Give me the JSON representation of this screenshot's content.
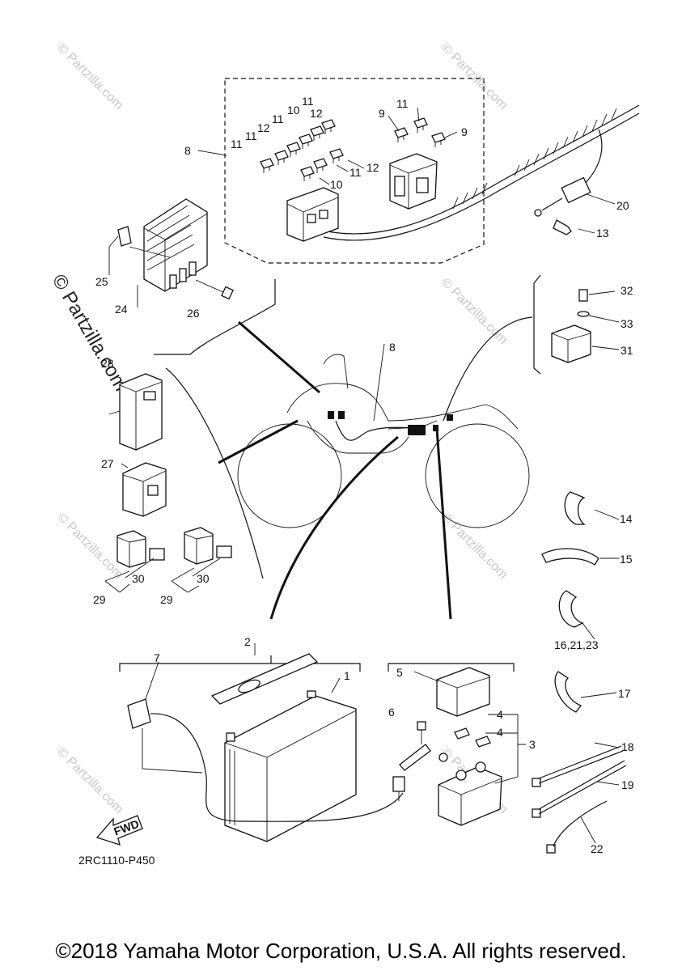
{
  "diagram": {
    "callouts": {
      "c1": "1",
      "c2": "2",
      "c3": "3",
      "c4a": "4",
      "c4b": "4",
      "c5": "5",
      "c6": "6",
      "c7": "7",
      "c8a": "8",
      "c8b": "8",
      "c9a": "9",
      "c9b": "9",
      "c10a": "10",
      "c10b": "10",
      "c11a": "11",
      "c11b": "11",
      "c11c": "11",
      "c11d": "11",
      "c11e": "11",
      "c11f": "11",
      "c12a": "12",
      "c12b": "12",
      "c12c": "12",
      "c13": "13",
      "c14": "14",
      "c15": "15",
      "c16": "16,21,23",
      "c17": "17",
      "c18": "18",
      "c19": "19",
      "c20": "20",
      "c22": "22",
      "c24": "24",
      "c25": "25",
      "c26": "26",
      "c27": "27",
      "c28": "28",
      "c29a": "29",
      "c29b": "29",
      "c30a": "30",
      "c30b": "30",
      "c31": "31",
      "c32": "32",
      "c33": "33"
    },
    "fwd_label": "FWD",
    "diagram_code": "2RC1110-P450",
    "watermark": "© Partzilla.com",
    "watermark_big": "© Partzilla.com"
  },
  "footer": {
    "copyright": "©2018 Yamaha Motor Corporation, U.S.A. All rights reserved."
  }
}
